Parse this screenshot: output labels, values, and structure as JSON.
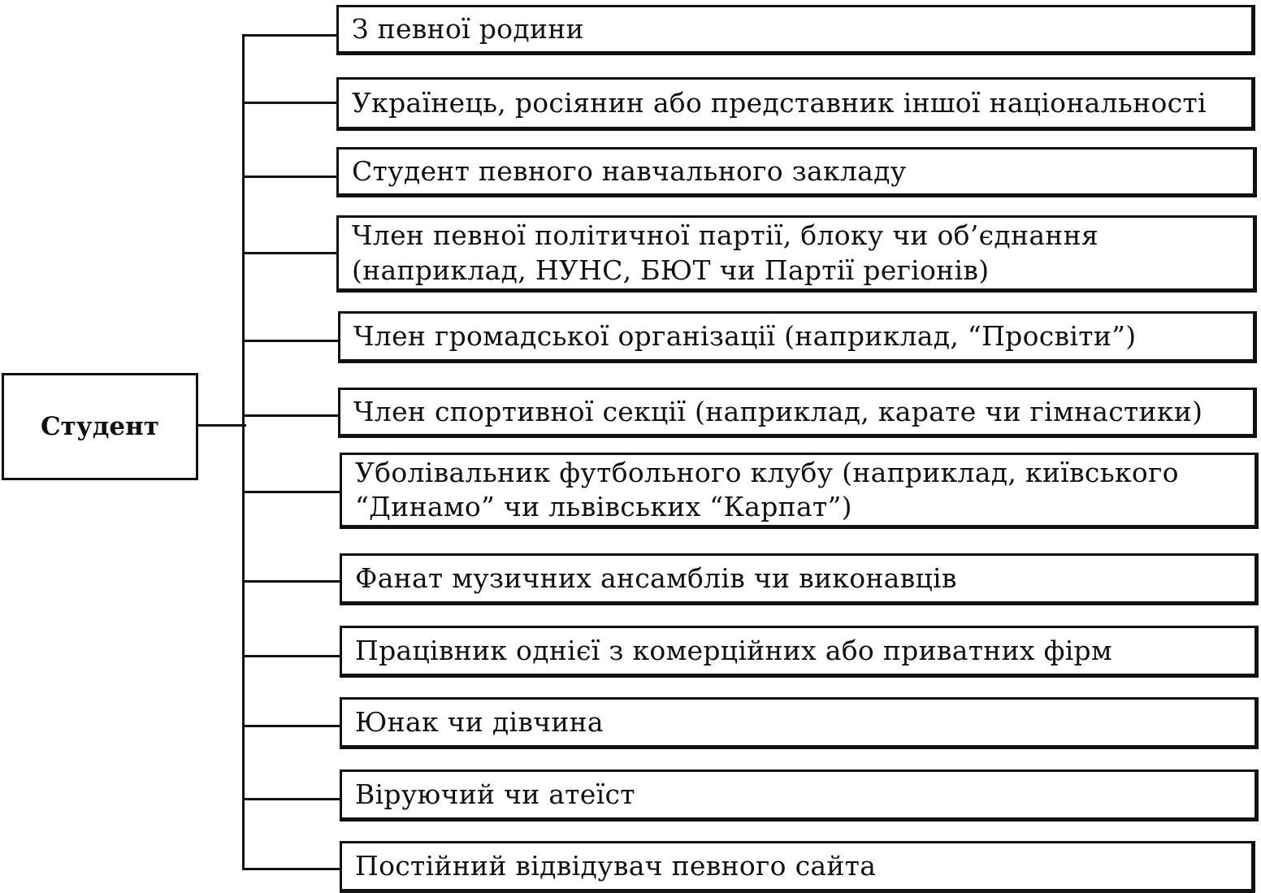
{
  "diagram": {
    "root": {
      "label": "Студент"
    },
    "items": [
      {
        "label": "З певної родини"
      },
      {
        "label": "Українець, росіянин або представник іншої національності"
      },
      {
        "label": "Студент певного навчального закладу"
      },
      {
        "label": "Член певної політичної партії, блоку чи об’єднання\n(наприклад, НУНС, БЮТ чи Партії регіонів)"
      },
      {
        "label": "Член громадської організації (наприклад, “Просвіти”)"
      },
      {
        "label": "Член спортивної секції (наприклад, карате чи гімнастики)"
      },
      {
        "label": "Уболівальник футбольного клубу (наприклад, київського\n“Динамо” чи львівських “Карпат”)"
      },
      {
        "label": "Фанат музичних ансамблів чи виконавців"
      },
      {
        "label": "Працівник однієї з комерційних або приватних фірм"
      },
      {
        "label": "Юнак чи дівчина"
      },
      {
        "label": "Віруючий чи атеїст"
      },
      {
        "label": "Постійний відвідувач певного сайта"
      }
    ]
  }
}
